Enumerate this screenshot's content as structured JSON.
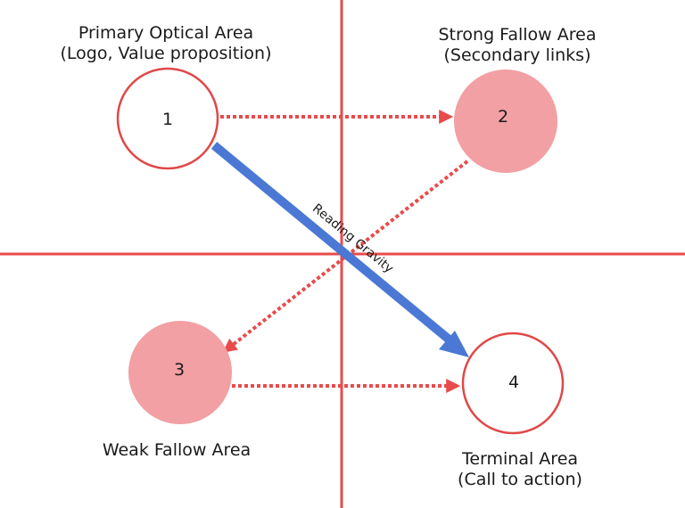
{
  "areas": {
    "primary": {
      "title": "Primary Optical Area",
      "subtitle": "(Logo, Value proposition)",
      "number": "1"
    },
    "strong_fallow": {
      "title": "Strong Fallow Area",
      "subtitle": "(Secondary links)",
      "number": "2"
    },
    "weak_fallow": {
      "title": "Weak Fallow Area",
      "number": "3"
    },
    "terminal": {
      "title": "Terminal Area",
      "subtitle": "(Call to action)",
      "number": "4"
    }
  },
  "arrow_label": "Reading Gravity",
  "colors": {
    "axis": "#e84b4b",
    "circle_stroke": "#e04848",
    "filled_circle": "#f2a0a3",
    "dotted_arrow": "#e84b4b",
    "gravity_arrow": "#4a78d4",
    "text": "#1a1a1a"
  }
}
